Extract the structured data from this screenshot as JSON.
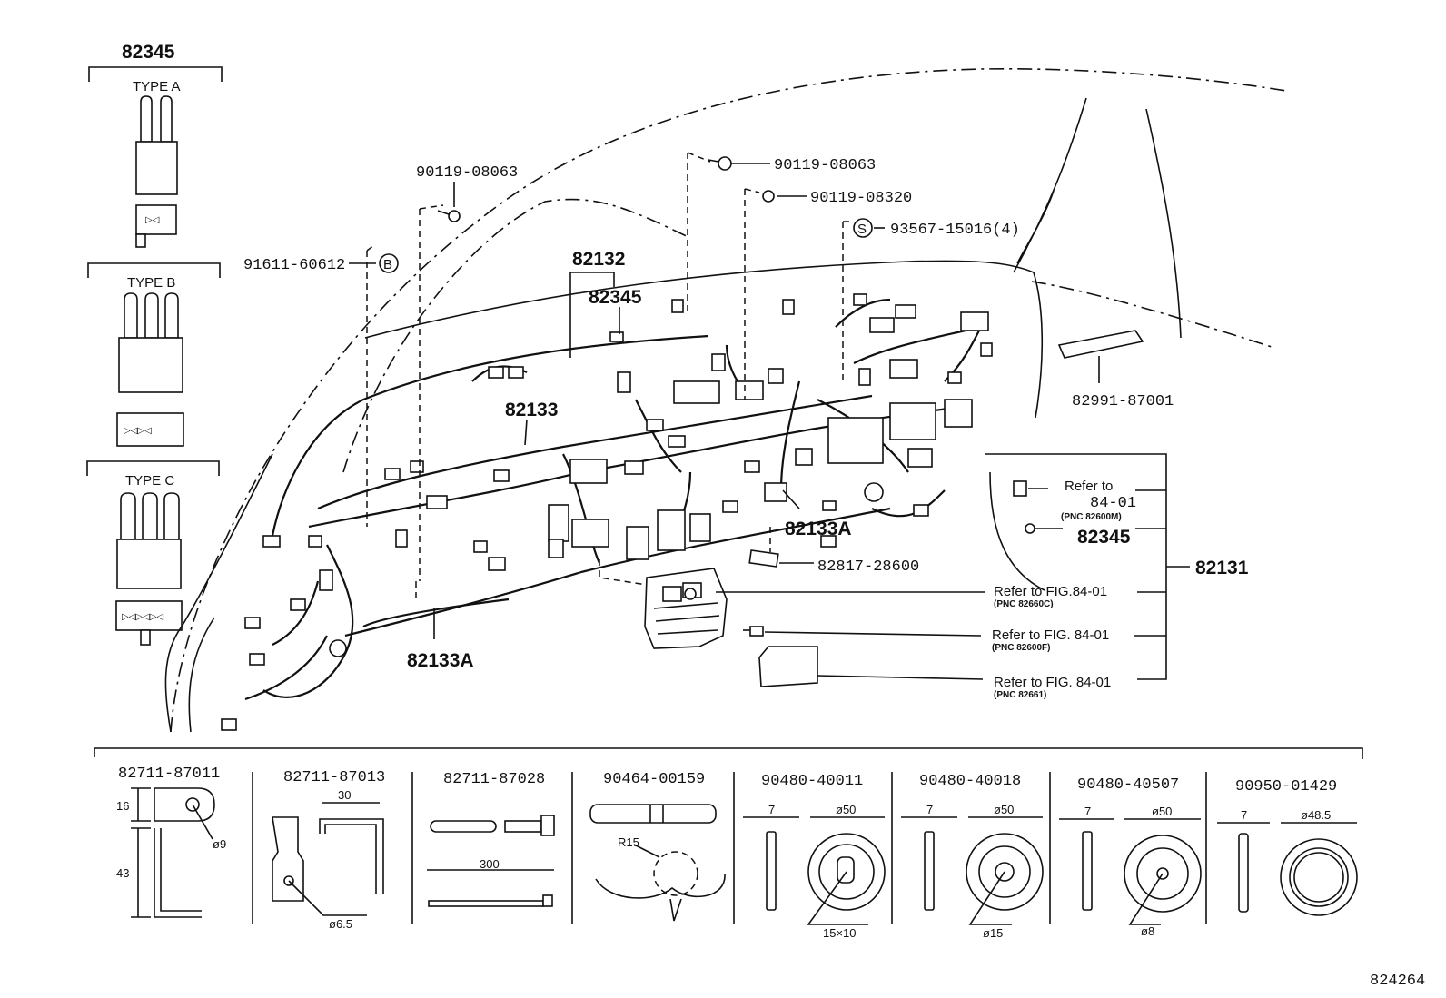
{
  "connector_types": {
    "part_no": "82345",
    "type_a": "TYPE A",
    "type_b": "TYPE B",
    "type_c": "TYPE C"
  },
  "labels": {
    "bolt_left": "90119-08063",
    "bolt_top": "90119-08063",
    "bolt_small": "90119-08320",
    "screw": "93567-15016(4)",
    "screw_mark": "S",
    "bolt_b": "91611-60612",
    "bolt_b_mark": "B",
    "wire_82132": "82132",
    "wire_82345": "82345",
    "wire_82133": "82133",
    "wire_82133a_center": "82133A",
    "wire_82133a_left": "82133A",
    "protector": "82991-87001",
    "clip": "82817-28600",
    "main_harness": "82131",
    "refer_relay": "Refer to",
    "refer_relay_fig": "84-01",
    "refer_relay_pnc": "(PNC 82600M)",
    "refer_relay_82345": "82345",
    "refer_junction": "Refer to FIG.84-01",
    "refer_junction_pnc": "(PNC 82660C)",
    "refer_fuse": "Refer to FIG. 84-01",
    "refer_fuse_pnc": "(PNC 82600F)",
    "refer_block": "Refer to FIG. 84-01",
    "refer_block_pnc": "(PNC 82661)"
  },
  "detail_parts": [
    {
      "part_no": "82711-87011",
      "dims": [
        "16",
        "43",
        "ø9"
      ]
    },
    {
      "part_no": "82711-87013",
      "dims": [
        "30",
        "ø6.5"
      ]
    },
    {
      "part_no": "82711-87028",
      "dims": [
        "300"
      ]
    },
    {
      "part_no": "90464-00159",
      "dims": [
        "R15"
      ]
    },
    {
      "part_no": "90480-40011",
      "dims": [
        "7",
        "ø50",
        "15×10"
      ]
    },
    {
      "part_no": "90480-40018",
      "dims": [
        "7",
        "ø50",
        "ø15"
      ]
    },
    {
      "part_no": "90480-40507",
      "dims": [
        "7",
        "ø50",
        "ø8"
      ]
    },
    {
      "part_no": "90950-01429",
      "dims": [
        "7",
        "ø48.5"
      ]
    }
  ],
  "figure_no": "824264"
}
